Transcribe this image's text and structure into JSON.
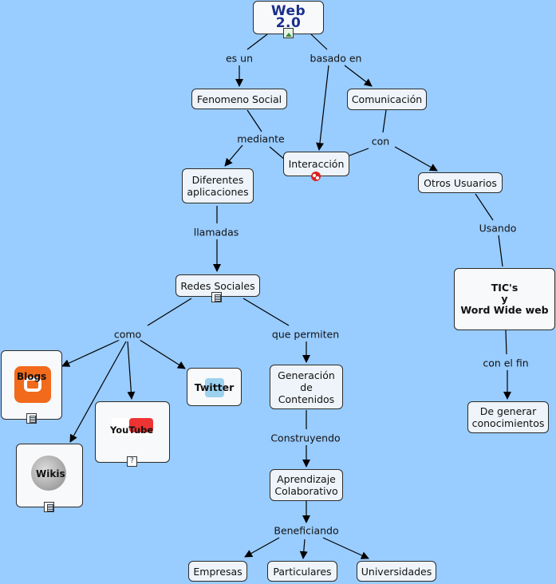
{
  "nodes": {
    "web20": "Web 2.0",
    "fenomeno": "Fenomeno Social",
    "comunicacion": "Comunicación",
    "interaccion": "Interacción",
    "diferentes": "Diferentes aplicaciones",
    "otros": "Otros Usuarios",
    "redes": "Redes Sociales",
    "tic_line1": "TIC's",
    "tic_line2": "y",
    "tic_line3": "Word Wide web",
    "blogs": "Blogs",
    "twitter": "Twitter",
    "youtube": "YouTube",
    "wikis": "Wikis",
    "generacion": "Generación de Contenidos",
    "aprendizaje": "Aprendizaje Colaborativo",
    "degenerar": "De generar conocimientos",
    "empresas": "Empresas",
    "particulares": "Particulares",
    "universidades": "Universidades"
  },
  "links": {
    "es_un": "es un",
    "basado_en": "basado en",
    "mediante": "mediante",
    "con": "con",
    "llamadas": "llamadas",
    "usando": "Usando",
    "como": "como",
    "que_permiten": "que permiten",
    "con_el_fin": "con el fin",
    "construyendo": "Construyendo",
    "beneficiando": "Beneficiando"
  },
  "icons": [
    "image-icon",
    "web-link-icon",
    "document-icon",
    "help-icon"
  ],
  "colors": {
    "background": "#99ccff",
    "node": "#eef4f9",
    "border": "#2b2b2b"
  }
}
